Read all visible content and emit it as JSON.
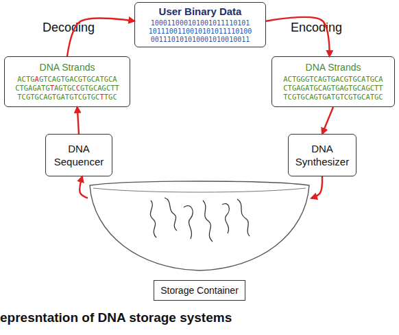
{
  "diagram": {
    "caption": "epresntation of DNA storage systems",
    "nodes": [
      {
        "text": [
          "User Binary Data",
          "100011000101001011110101 1011100110010101011110100 001110101010001010010011"
        ]
      },
      {
        "text": [
          "DNA Strands",
          "ACTGAGTCAGTGACGTGCATGCA CTGAGATGTAGTGCCGTGCAGCTT TCGTGCAGTGATGTCGTGCTTGC"
        ]
      },
      {
        "text": [
          "DNA Strands",
          "ACTGGGTCAGTGACGTGCATGCA CTGAGATGCAGTGAGTGCAGCTT TCGTGCAGTGATGTCGTGCATGC"
        ]
      },
      {
        "text": [
          "DNA Sequencer"
        ]
      },
      {
        "text": [
          "DNA Synthesizer"
        ]
      },
      {
        "text": [
          "Storage Container"
        ]
      }
    ],
    "edges": [
      {
        "from": 0,
        "to": 2,
        "arrow": "to"
      },
      {
        "from": 2,
        "to": 4,
        "arrow": "to"
      },
      {
        "from": 4,
        "to": 5,
        "arrow": "to"
      },
      {
        "from": 5,
        "to": 3,
        "arrow": "to"
      },
      {
        "from": 3,
        "to": 1,
        "arrow": "to"
      },
      {
        "from": 1,
        "to": 0,
        "arrow": "to"
      }
    ],
    "labels": [
      "Decoding",
      "Encoding"
    ]
  }
}
